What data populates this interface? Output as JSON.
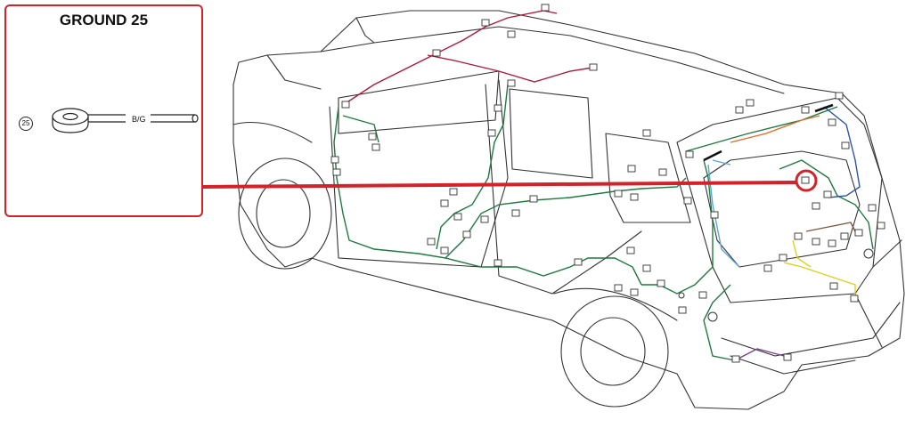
{
  "callout": {
    "title": "GROUND 25",
    "ground_number": "25",
    "wire_color_code": "B/G"
  },
  "colors": {
    "callout_red": "#d2232a",
    "harness_green": "#1f7a3f",
    "harness_red": "#b0183a",
    "harness_blue": "#2b56a8",
    "harness_lightblue": "#5aa6d8",
    "harness_yellow": "#e0cf1e",
    "harness_brown": "#7a5a3a",
    "harness_orange": "#e06a2a",
    "harness_purple": "#7a3f8c",
    "outline": "#333333"
  },
  "icons": [
    "ground-ring-terminal-icon",
    "wire-pigtail-icon",
    "ground-location-marker-icon"
  ]
}
